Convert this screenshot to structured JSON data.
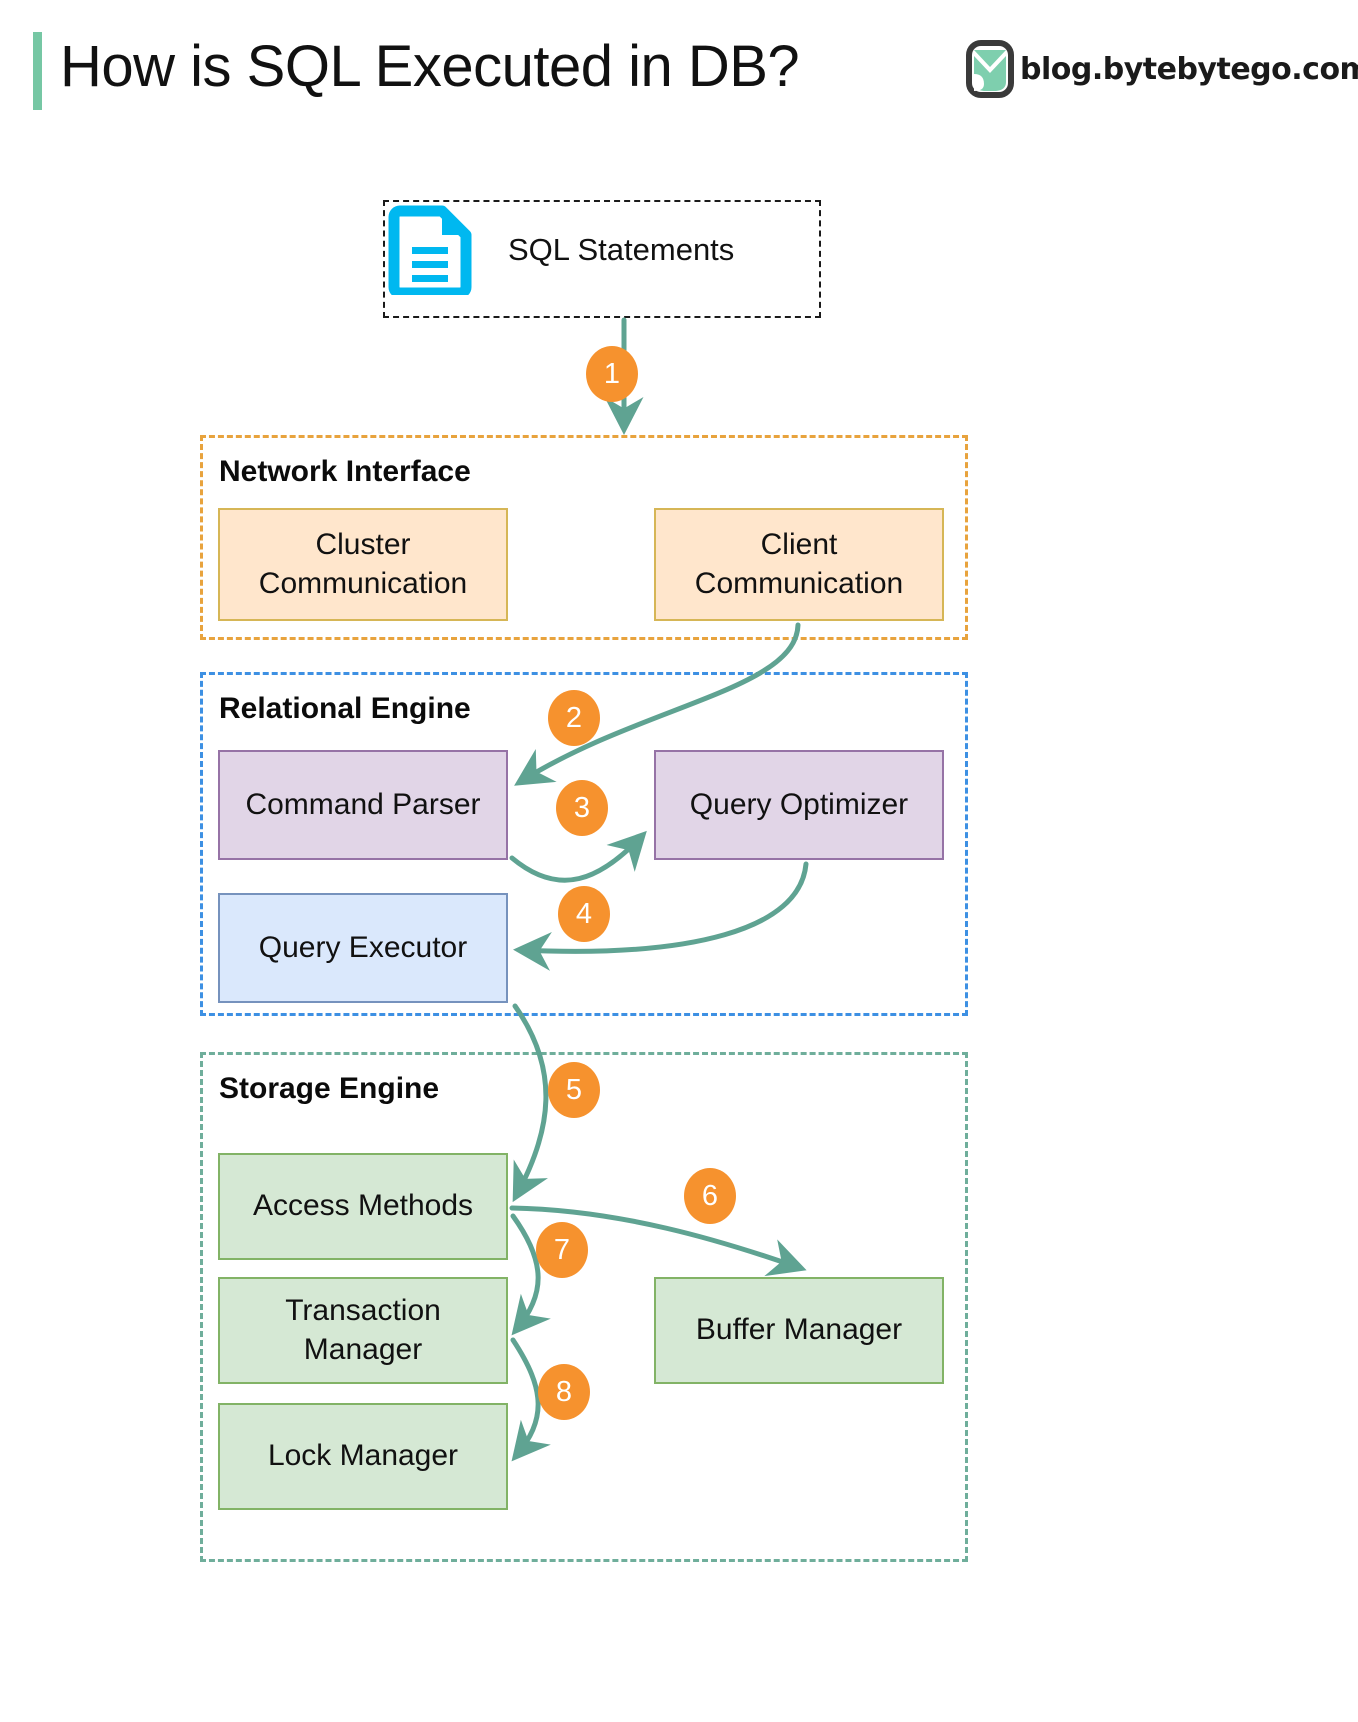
{
  "header": {
    "title": "How is SQL Executed in DB?",
    "brand_text": "blog.bytebytego.com",
    "accent_bar_color": "#76c7a4",
    "logo_color": "#7ecfae"
  },
  "diagram": {
    "type": "flowchart",
    "source_node": {
      "label": "SQL Statements",
      "icon": "document-icon",
      "icon_color": "#00B8F0",
      "border_style": "dashed",
      "border_color": "#1a1a1a"
    },
    "groups": [
      {
        "id": "network-interface",
        "label": "Network Interface",
        "border_color": "#E8A33D",
        "node_fill": "#FFE6CC",
        "node_border": "#D6B656",
        "nodes": [
          {
            "id": "cluster-communication",
            "label": "Cluster\nCommunication",
            "line1": "Cluster",
            "line2": "Communication"
          },
          {
            "id": "client-communication",
            "label": "Client\nCommunication",
            "line1": "Client",
            "line2": "Communication"
          }
        ]
      },
      {
        "id": "relational-engine",
        "label": "Relational Engine",
        "border_color": "#3D90E3",
        "nodes": [
          {
            "id": "command-parser",
            "label": "Command Parser",
            "fill": "#E1D5E7",
            "border": "#9673A6"
          },
          {
            "id": "query-optimizer",
            "label": "Query Optimizer",
            "fill": "#E1D5E7",
            "border": "#9673A6"
          },
          {
            "id": "query-executor",
            "label": "Query Executor",
            "fill": "#DAE8FC",
            "border": "#7692BD"
          }
        ]
      },
      {
        "id": "storage-engine",
        "label": "Storage Engine",
        "border_color": "#6FAE9B",
        "node_fill": "#D5E8D4",
        "node_border": "#82B366",
        "nodes": [
          {
            "id": "access-methods",
            "label": "Access Methods"
          },
          {
            "id": "transaction-manager",
            "label": "Transaction\nManager",
            "line1": "Transaction",
            "line2": "Manager"
          },
          {
            "id": "lock-manager",
            "label": "Lock Manager"
          },
          {
            "id": "buffer-manager",
            "label": "Buffer Manager"
          }
        ]
      }
    ],
    "steps": [
      {
        "n": "1",
        "from": "sql-statements",
        "to": "client-communication"
      },
      {
        "n": "2",
        "from": "client-communication",
        "to": "command-parser"
      },
      {
        "n": "3",
        "from": "command-parser",
        "to": "query-optimizer"
      },
      {
        "n": "4",
        "from": "query-optimizer",
        "to": "query-executor"
      },
      {
        "n": "5",
        "from": "query-executor",
        "to": "access-methods"
      },
      {
        "n": "6",
        "from": "access-methods",
        "to": "buffer-manager"
      },
      {
        "n": "7",
        "from": "access-methods",
        "to": "transaction-manager"
      },
      {
        "n": "8",
        "from": "transaction-manager",
        "to": "lock-manager"
      }
    ],
    "arrow_color": "#5FA392",
    "badge_color": "#F6922E"
  }
}
